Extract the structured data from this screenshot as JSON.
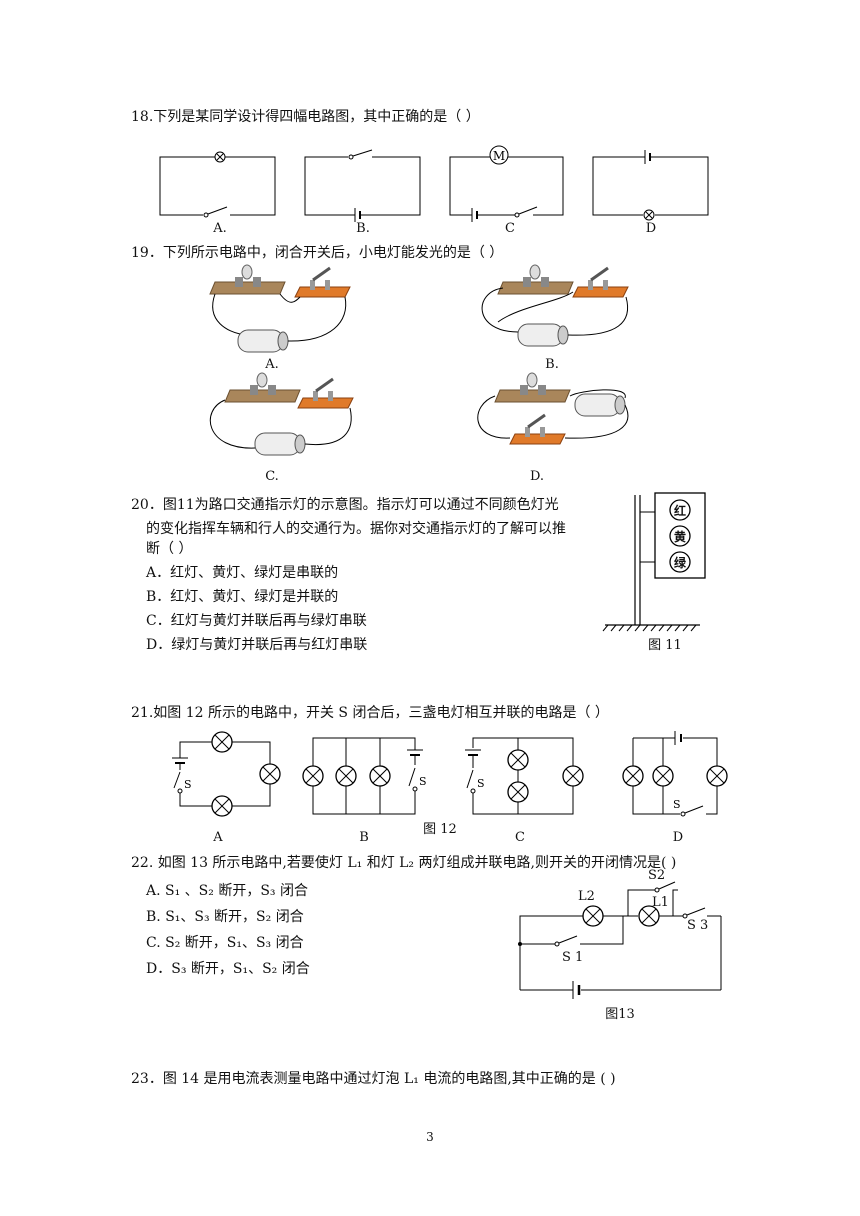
{
  "q18": {
    "text": "18.下列是某同学设计得四幅电路图，其中正确的是（          ）",
    "labels": [
      "A.",
      "B.",
      "C",
      "D"
    ]
  },
  "q19": {
    "text": "19．下列所示电路中，闭合开关后，小电灯能发光的是（          ）",
    "labels": [
      "A.",
      "B.",
      "C.",
      "D."
    ]
  },
  "q20": {
    "line1": "20．图11为路口交通指示灯的示意图。指示灯可以通过不同颜色灯光",
    "line2": "的变化指挥车辆和行人的交通行为。据你对交通指示灯的了解可以推",
    "line3": "断（        ）",
    "options": [
      "A．红灯、黄灯、绿灯是串联的",
      "B．红灯、黄灯、绿灯是并联的",
      "C．红灯与黄灯并联后再与绿灯串联",
      "D．绿灯与黄灯并联后再与红灯串联"
    ],
    "figure_caption": "图 11",
    "lights": [
      "红",
      "黄",
      "绿"
    ]
  },
  "q21": {
    "text": "21.如图 12 所示的电路中，开关 S 闭合后，三盏电灯相互并联的电路是（          ）",
    "labels": [
      "A",
      "B",
      "C",
      "D"
    ],
    "switch_label": "S",
    "figure_caption": "图 12"
  },
  "q22": {
    "text": "22. 如图 13 所示电路中,若要使灯 L₁ 和灯 L₂ 两灯组成并联电路,则开关的开闭情况是(        )",
    "options": [
      "A. S₁ 、S₂ 断开，S₃ 闭合",
      "B. S₁、S₃ 断开，S₂ 闭合",
      "C. S₂ 断开，S₁、S₃ 闭合",
      "D．S₃ 断开，S₁、S₂ 闭合"
    ],
    "figure_caption": "图13",
    "labels": {
      "l1": "L1",
      "l2": "L2",
      "s1": "S 1",
      "s2": "S2",
      "s3": "S 3"
    }
  },
  "q23": {
    "text": "23．图 14 是用电流表测量电路中通过灯泡  L₁ 电流的电路图,其中正确的是  (                )"
  },
  "page_number": "3"
}
